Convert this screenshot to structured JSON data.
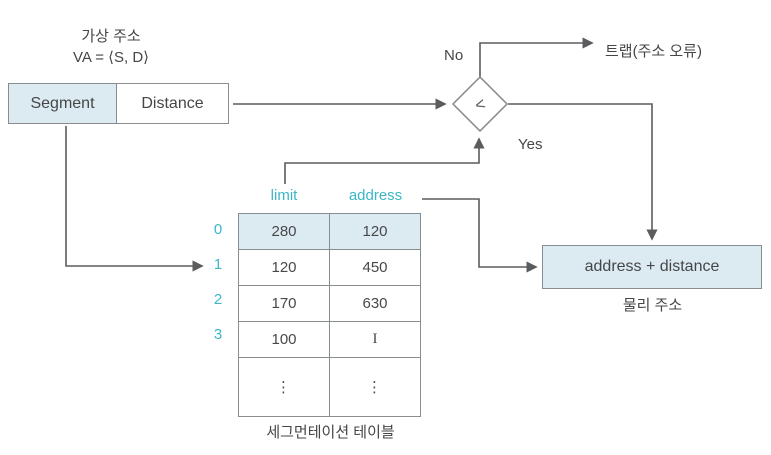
{
  "colors": {
    "box_fill": "#dcebf2",
    "box_border": "#888d91",
    "wire": "#5b5c5e",
    "teal_accent": "#3cb6c6",
    "text": "#47484a"
  },
  "virtual_address": {
    "title_line1": "가상 주소",
    "title_line2": "VA = ⟨S, D⟩",
    "segment_label": "Segment",
    "distance_label": "Distance"
  },
  "decision": {
    "operator": "<",
    "no_label": "No",
    "yes_label": "Yes",
    "trap_label": "트랩(주소 오류)"
  },
  "segmentation_table": {
    "headers": {
      "limit": "limit",
      "address": "address"
    },
    "rows": [
      {
        "index": "0",
        "limit": "280",
        "address": "120"
      },
      {
        "index": "1",
        "limit": "120",
        "address": "450"
      },
      {
        "index": "2",
        "limit": "170",
        "address": "630"
      },
      {
        "index": "3",
        "limit": "100",
        "address": "I"
      },
      {
        "index": "",
        "limit": "⋮",
        "address": "⋮"
      }
    ],
    "caption": "세그먼테이션 테이블"
  },
  "physical_address": {
    "box_label": "address + distance",
    "caption": "물리 주소"
  }
}
